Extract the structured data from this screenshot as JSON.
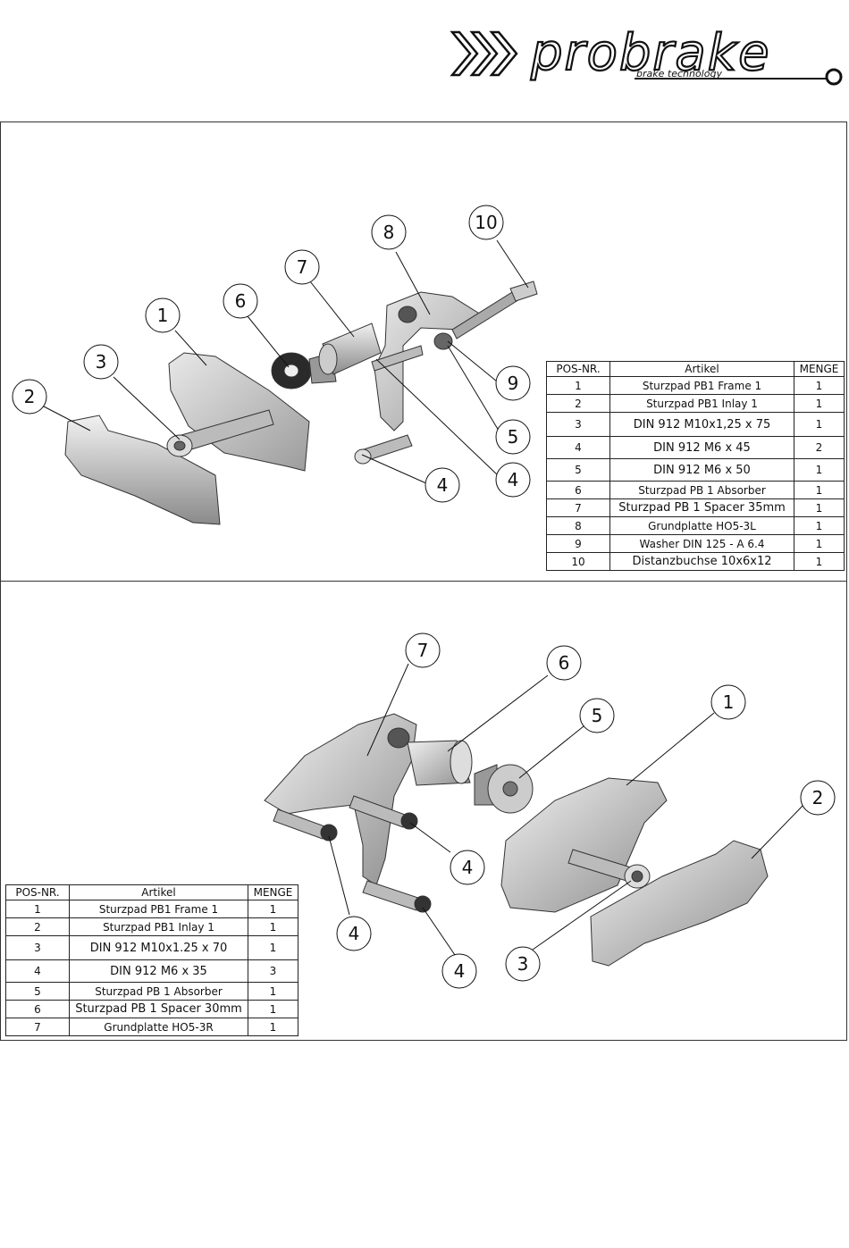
{
  "brand": {
    "name": "probrake",
    "tagline": "brake technology"
  },
  "top_view": {
    "balloons": [
      "1",
      "2",
      "3",
      "4",
      "4",
      "5",
      "6",
      "7",
      "8",
      "9",
      "10"
    ],
    "table": {
      "headers": [
        "POS-NR.",
        "Artikel",
        "MENGE"
      ],
      "rows": [
        [
          "1",
          "Sturzpad PB1 Frame 1",
          "1"
        ],
        [
          "2",
          "Sturzpad PB1 Inlay 1",
          "1"
        ],
        [
          "3",
          "DIN 912 M10x1,25 x 75",
          "1"
        ],
        [
          "4",
          "DIN 912 M6 x 45",
          "2"
        ],
        [
          "5",
          "DIN 912 M6 x 50",
          "1"
        ],
        [
          "6",
          "Sturzpad PB 1 Absorber",
          "1"
        ],
        [
          "7",
          "Sturzpad PB 1 Spacer 35mm",
          "1"
        ],
        [
          "8",
          "Grundplatte HO5-3L",
          "1"
        ],
        [
          "9",
          "Washer DIN 125 - A 6.4",
          "1"
        ],
        [
          "10",
          "Distanzbuchse 10x6x12",
          "1"
        ]
      ]
    }
  },
  "bottom_view": {
    "balloons": [
      "1",
      "2",
      "3",
      "4",
      "4",
      "4",
      "5",
      "6",
      "7"
    ],
    "table": {
      "headers": [
        "POS-NR.",
        "Artikel",
        "MENGE"
      ],
      "rows": [
        [
          "1",
          "Sturzpad PB1 Frame 1",
          "1"
        ],
        [
          "2",
          "Sturzpad PB1 Inlay 1",
          "1"
        ],
        [
          "3",
          "DIN 912 M10x1.25 x 70",
          "1"
        ],
        [
          "4",
          "DIN 912 M6 x 35",
          "3"
        ],
        [
          "5",
          "Sturzpad PB 1 Absorber",
          "1"
        ],
        [
          "6",
          "Sturzpad PB 1 Spacer 30mm",
          "1"
        ],
        [
          "7",
          "Grundplatte HO5-3R",
          "1"
        ]
      ]
    }
  }
}
